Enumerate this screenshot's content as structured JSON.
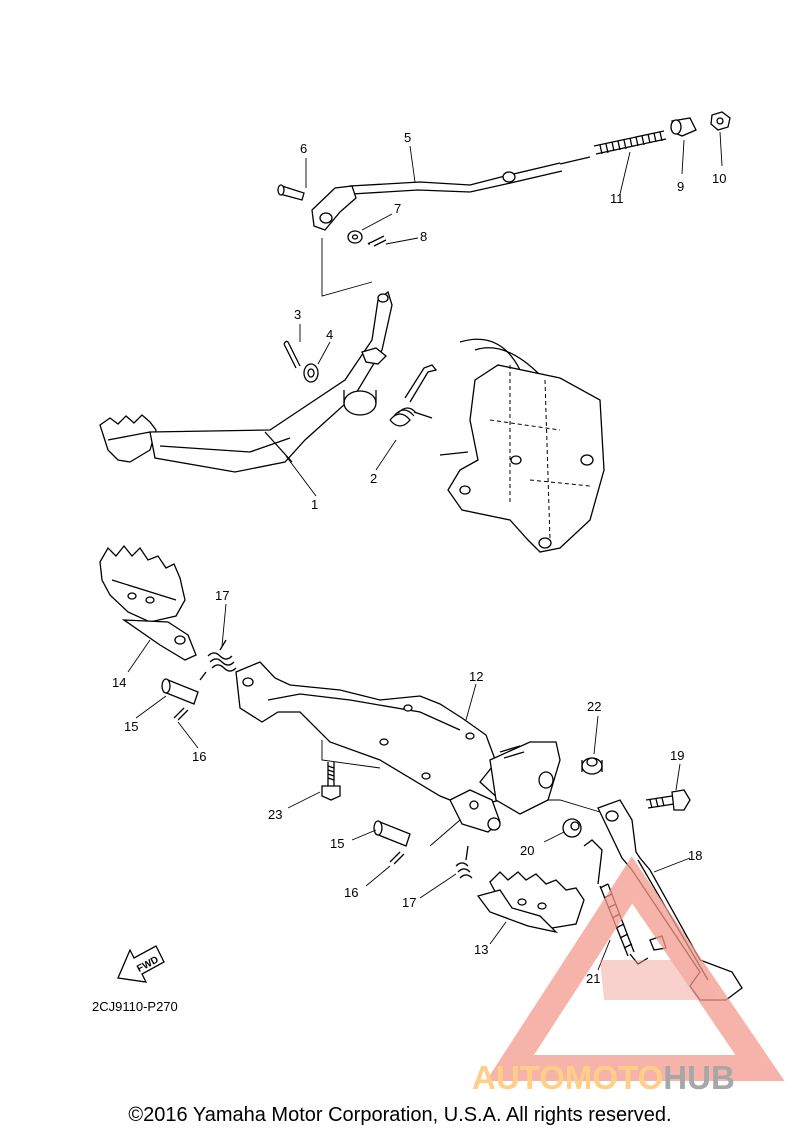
{
  "diagram": {
    "part_code": "2CJ9110-P270",
    "fwd_label": "FWD",
    "callouts": [
      "1",
      "2",
      "3",
      "4",
      "5",
      "6",
      "7",
      "8",
      "9",
      "10",
      "11",
      "12",
      "13",
      "14",
      "15",
      "15",
      "16",
      "16",
      "17",
      "17",
      "18",
      "19",
      "20",
      "21",
      "22",
      "23"
    ]
  },
  "watermark": {
    "part1": "AUTOMOTO",
    "part2": "HUB",
    "color_primary": "#f29a8e",
    "color_secondary": "#ffc061",
    "color_hub": "#8a8a8a"
  },
  "footer": {
    "copyright": "©2016 Yamaha Motor Corporation, U.S.A. All rights reserved."
  }
}
